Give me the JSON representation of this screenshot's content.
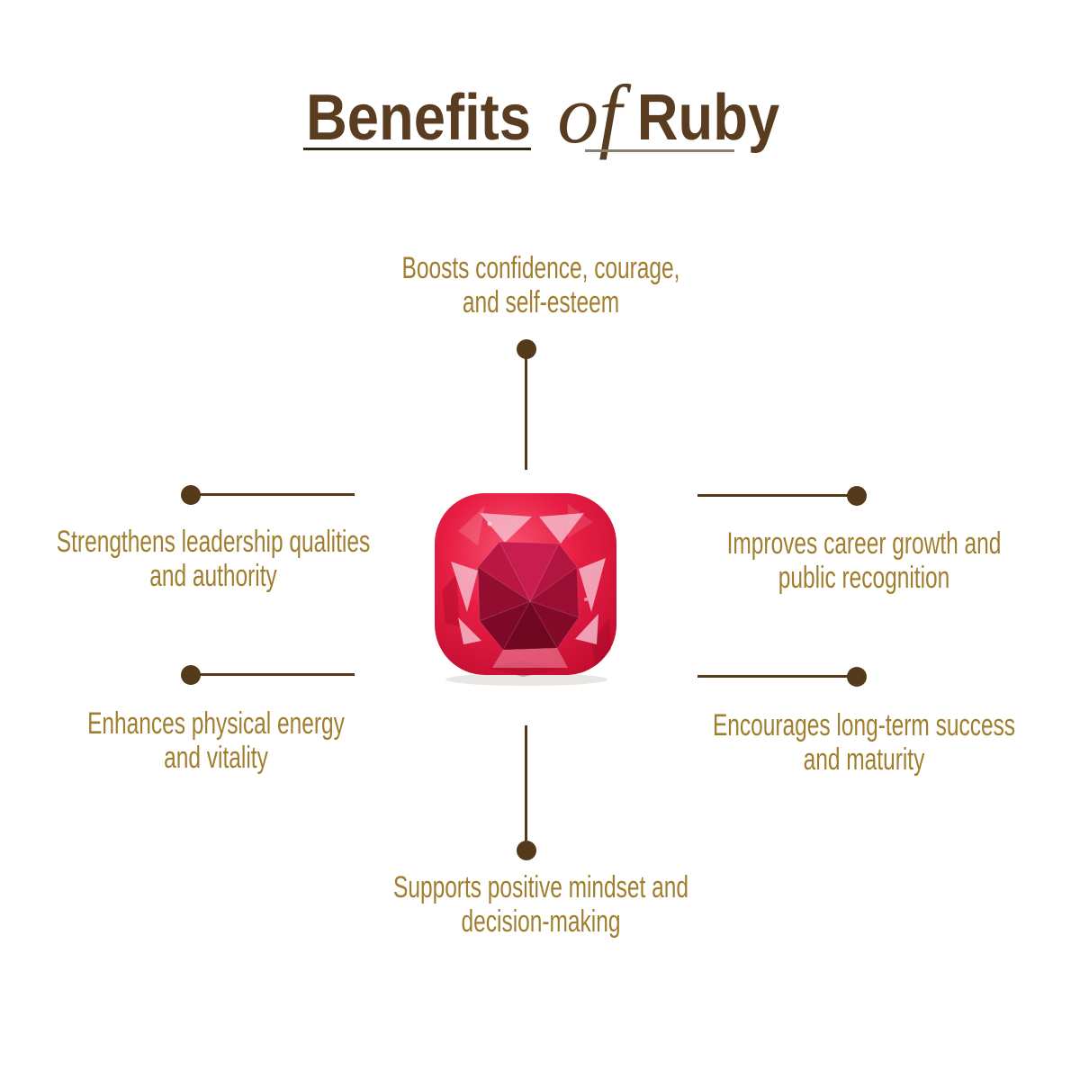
{
  "title": {
    "word1": "Benefits",
    "word2": "of",
    "word3": "Ruby"
  },
  "benefits": {
    "top": {
      "line1": "Boosts confidence, courage,",
      "line2": "and self-esteem"
    },
    "left_upper": {
      "line1": "Strengthens leadership qualities",
      "line2": "and authority"
    },
    "left_lower": {
      "line1": "Enhances physical energy",
      "line2": "and vitality"
    },
    "right_upper": {
      "line1": "Improves career growth and",
      "line2": "public recognition"
    },
    "right_lower": {
      "line1": "Encourages long-term success",
      "line2": "and maturity"
    },
    "bottom": {
      "line1": "Supports positive mindset and",
      "line2": "decision-making"
    }
  },
  "center_image": {
    "name": "ruby-gemstone",
    "description": "cushion-cut red ruby gem photo at the center of the infographic"
  },
  "colors": {
    "background": "#ffffff",
    "title_brown": "#5a3d20",
    "benefit_gold": "#a07e2e",
    "connector_brown": "#543a1b",
    "underline_left": "#322612",
    "underline_right": "#8a8171",
    "ruby_body_red": "#e81e44",
    "ruby_table_dark": "#740723",
    "ruby_facet_pink": "#f7bfd0"
  }
}
